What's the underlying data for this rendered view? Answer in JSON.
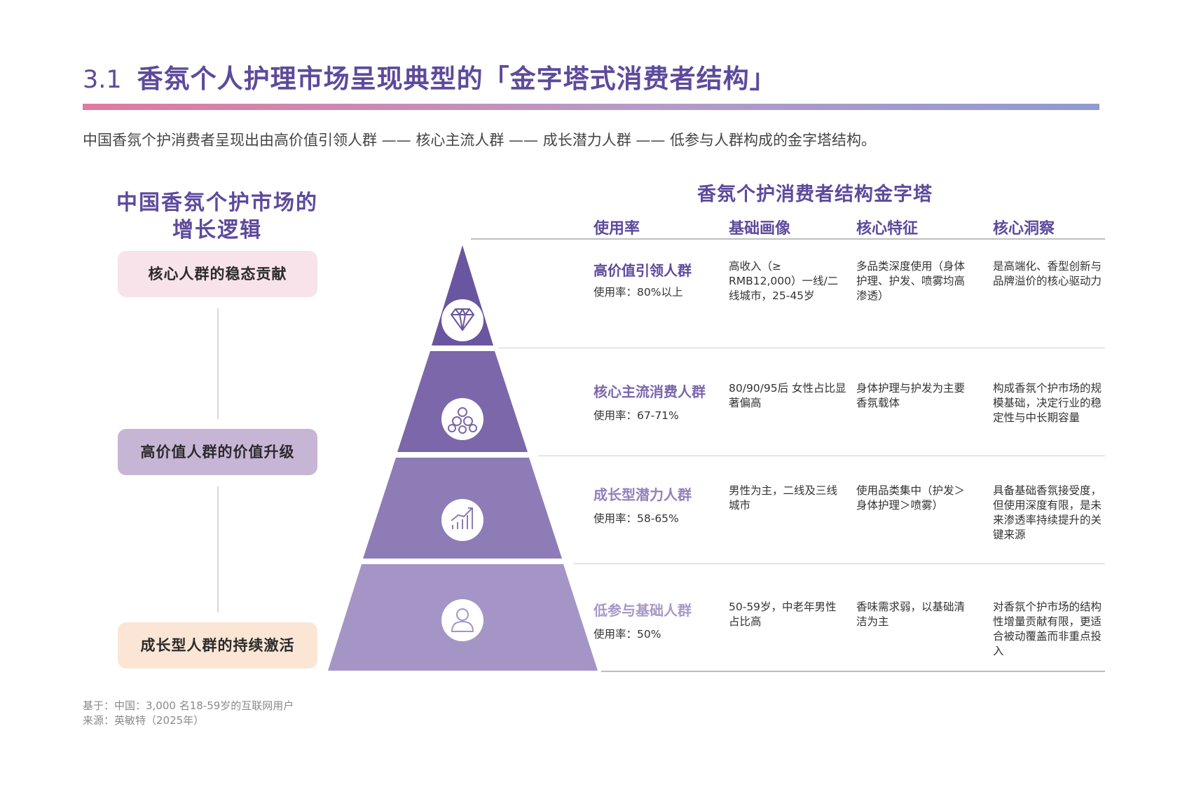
{
  "header": {
    "section_number": "3.1",
    "title": "香氛个人护理市场呈现典型的「金字塔式消费者结构」",
    "subtitle": "中国香氛个护消费者呈现出由高价值引领人群 —— 核心主流人群 —— 成长潜力人群 —— 低参与人群构成的金字塔结构。"
  },
  "growth_logic": {
    "title_line1": "中国香氛个护市场的",
    "title_line2": "增长逻辑",
    "items": [
      {
        "label": "核心人群的稳态贡献"
      },
      {
        "label": "高价值人群的价值升级"
      },
      {
        "label": "成长型人群的持续激活"
      }
    ]
  },
  "pyramid": {
    "title": "香氛个护消费者结构金字塔",
    "columns": [
      "使用率",
      "基础画像",
      "核心特征",
      "核心洞察"
    ],
    "segments": [
      {
        "icon": "diamond-icon",
        "name": "高价值引领人群",
        "rate": "使用率：80%以上",
        "profile": "高收入（≥ RMB12,000）一线/二线城市，25-45岁",
        "feature": "多品类深度使用（身体护理、护发、喷雾均高渗透）",
        "insight": "是高端化、香型创新与品牌溢价的核心驱动力",
        "color": "#6a55a0",
        "name_color": "#5e4a9c"
      },
      {
        "icon": "network-icon",
        "name": "核心主流消费人群",
        "rate": "使用率：67-71%",
        "profile": "80/90/95后 女性占比显著偏高",
        "feature": "身体护理与护发为主要香氛载体",
        "insight": "构成香氛个护市场的规模基础，决定行业的稳定性与中长期容量",
        "color": "#7c67aa",
        "name_color": "#7a66ab"
      },
      {
        "icon": "growth-chart-icon",
        "name": "成长型潜力人群",
        "rate": "使用率：58-65%",
        "profile": "男性为主，二线及三线城市",
        "feature": "使用品类集中（护发＞身体护理＞喷雾）",
        "insight": "具备基础香氛接受度，但使用深度有限，是未来渗透率持续提升的关键来源",
        "color": "#8e7cb6",
        "name_color": "#9280bb"
      },
      {
        "icon": "person-icon",
        "name": "低参与基础人群",
        "rate": "使用率：50%",
        "profile": "50-59岁，中老年男性占比高",
        "feature": "香味需求弱，以基础清洁为主",
        "insight": "对香氛个护市场的结构性增量贡献有限，更适合被动覆盖而非重点投入",
        "color": "#a595c6",
        "name_color": "#a898c8"
      }
    ]
  },
  "footnote": {
    "base": "基于：中国：3,000 名18-59岁的互联网用户",
    "source": "来源：英敏特（2025年）"
  },
  "colors": {
    "accent": "#5e4a9c",
    "gradient_start": "#e07aa0",
    "gradient_end": "#8f9bd0"
  }
}
